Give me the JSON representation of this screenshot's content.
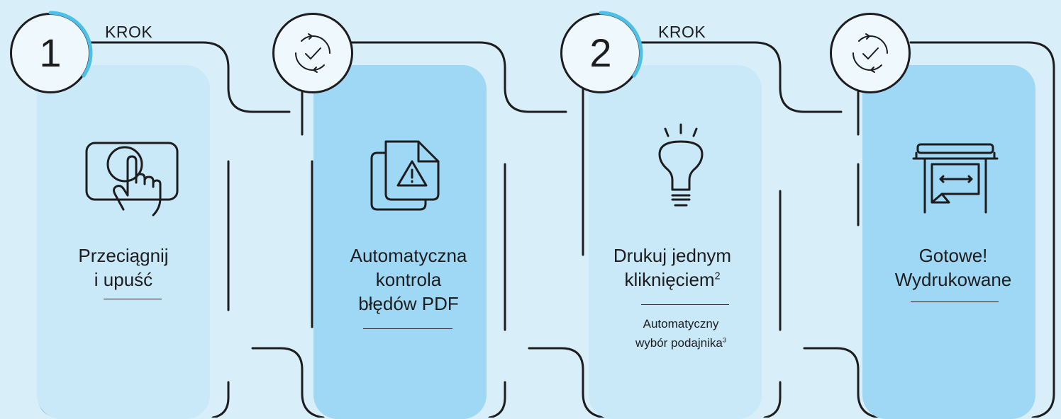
{
  "steps": [
    {
      "badge": "1",
      "badge_kind": "number",
      "krok": "KROK",
      "title_line1": "Przeciągnij",
      "title_line2": "i upuść",
      "title_line3": "",
      "title_sup": "",
      "icon": "touch-screen-icon"
    },
    {
      "badge": "",
      "badge_kind": "check",
      "krok": "",
      "title_line1": "Automatyczna",
      "title_line2": "kontrola",
      "title_line3": "błędów PDF",
      "title_sup": "",
      "icon": "pdf-warning-icon"
    },
    {
      "badge": "2",
      "badge_kind": "number",
      "krok": "KROK",
      "title_line1": "Drukuj jednym",
      "title_line2": "kliknięciem",
      "title_line3": "",
      "title_sup": "2",
      "sub_line1": "Automatyczny",
      "sub_line2": "wybór podajnika",
      "sub_sup": "3",
      "icon": "lightbulb-icon"
    },
    {
      "badge": "",
      "badge_kind": "check",
      "krok": "",
      "title_line1": "Gotowe!",
      "title_line2": "Wydrukowane",
      "title_line3": "",
      "title_sup": "",
      "icon": "printer-icon"
    }
  ],
  "colors": {
    "background": "#d8eef8",
    "panel_light": "#c9e9f8",
    "panel_dark": "#9fd8f4",
    "accent_arc": "#4cc0e8",
    "ink": "#1d1d1f"
  }
}
